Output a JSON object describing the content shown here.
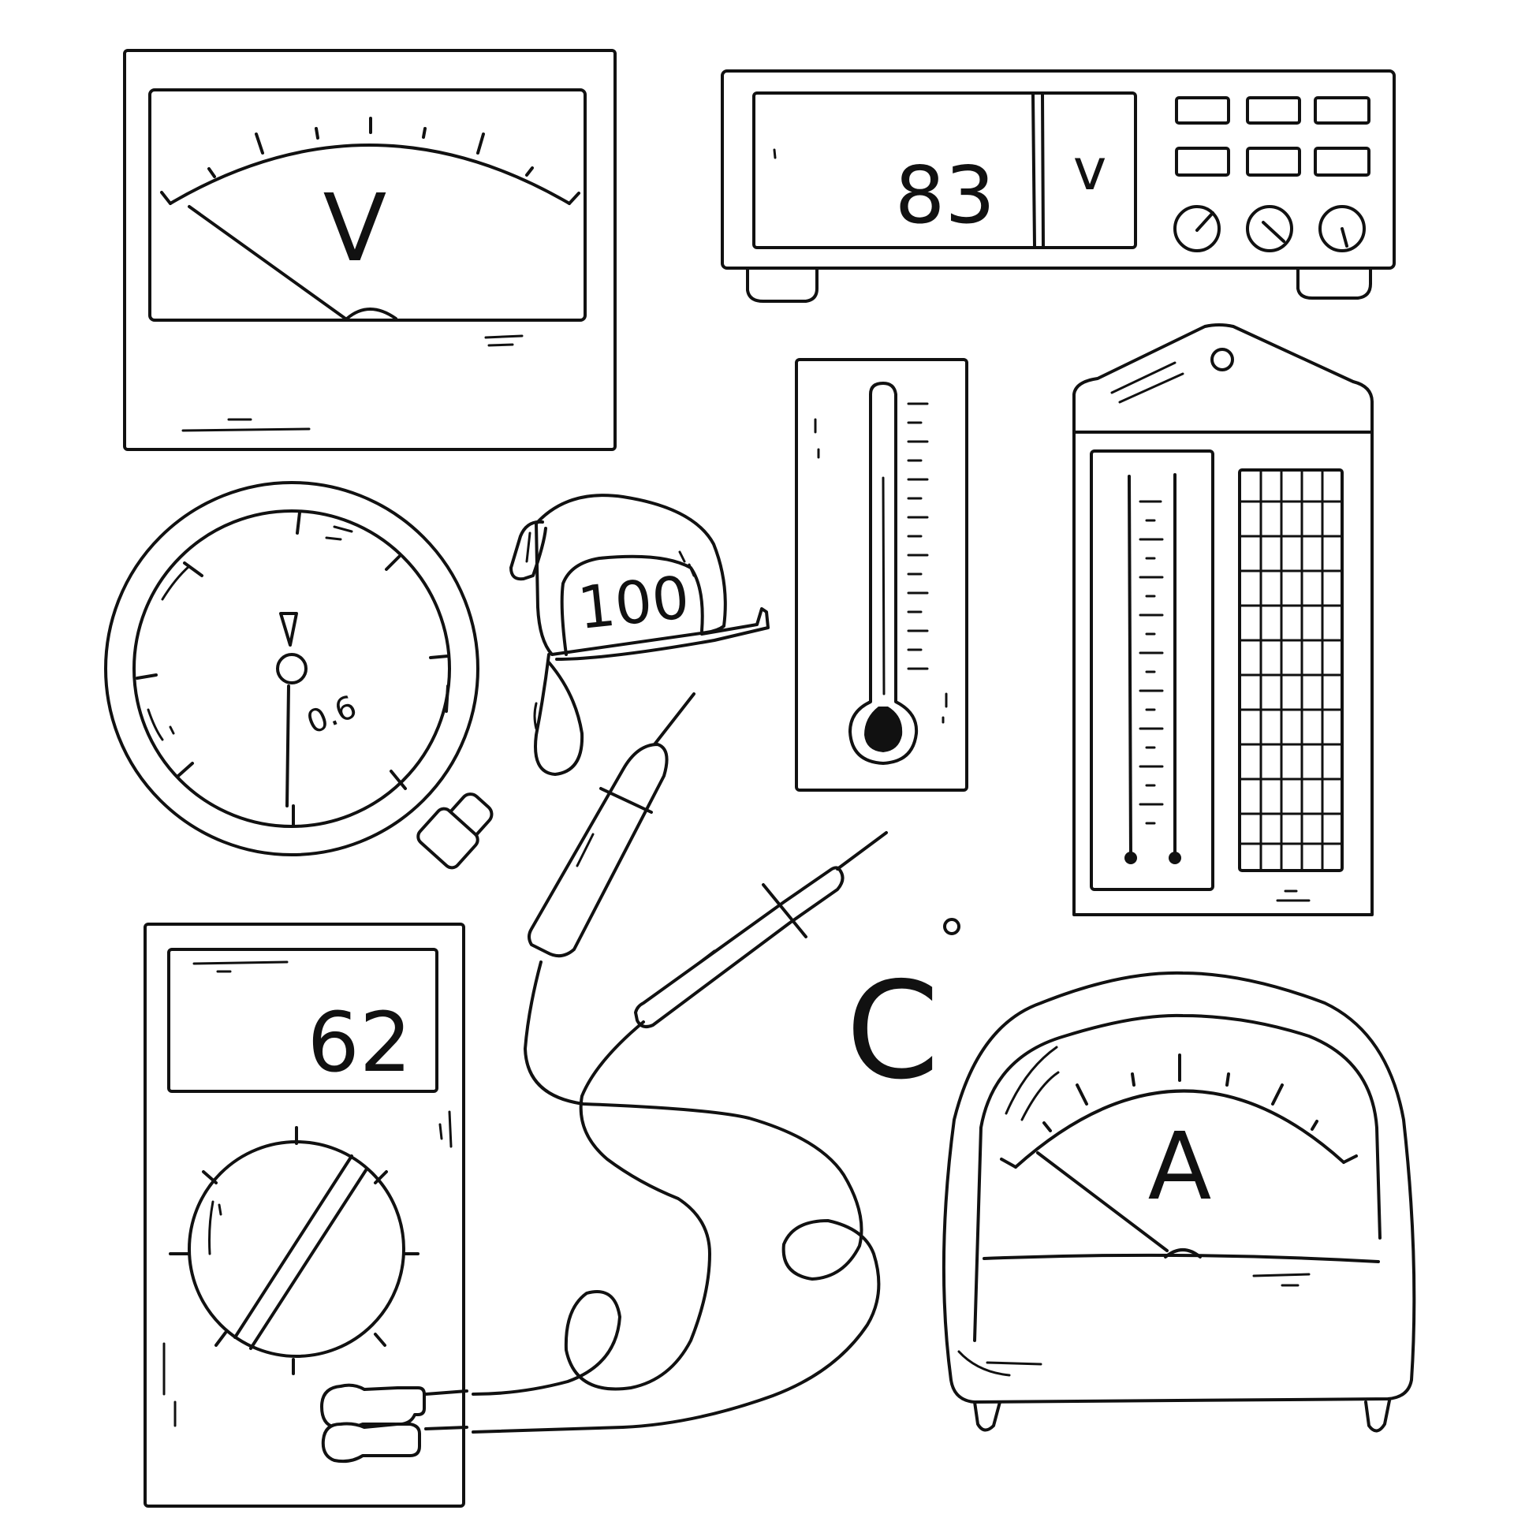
{
  "voltmeter": {
    "unit_label": "V"
  },
  "digital_meter": {
    "reading": "83",
    "unit": "v"
  },
  "pressure_gauge": {
    "label": "0.6"
  },
  "tape_measure": {
    "label": "100"
  },
  "multimeter": {
    "reading": "62"
  },
  "celsius": {
    "symbol": "C",
    "degree": "°"
  },
  "ammeter": {
    "unit_label": "A"
  },
  "colors": {
    "ink": "#111111",
    "paper": "#ffffff"
  }
}
